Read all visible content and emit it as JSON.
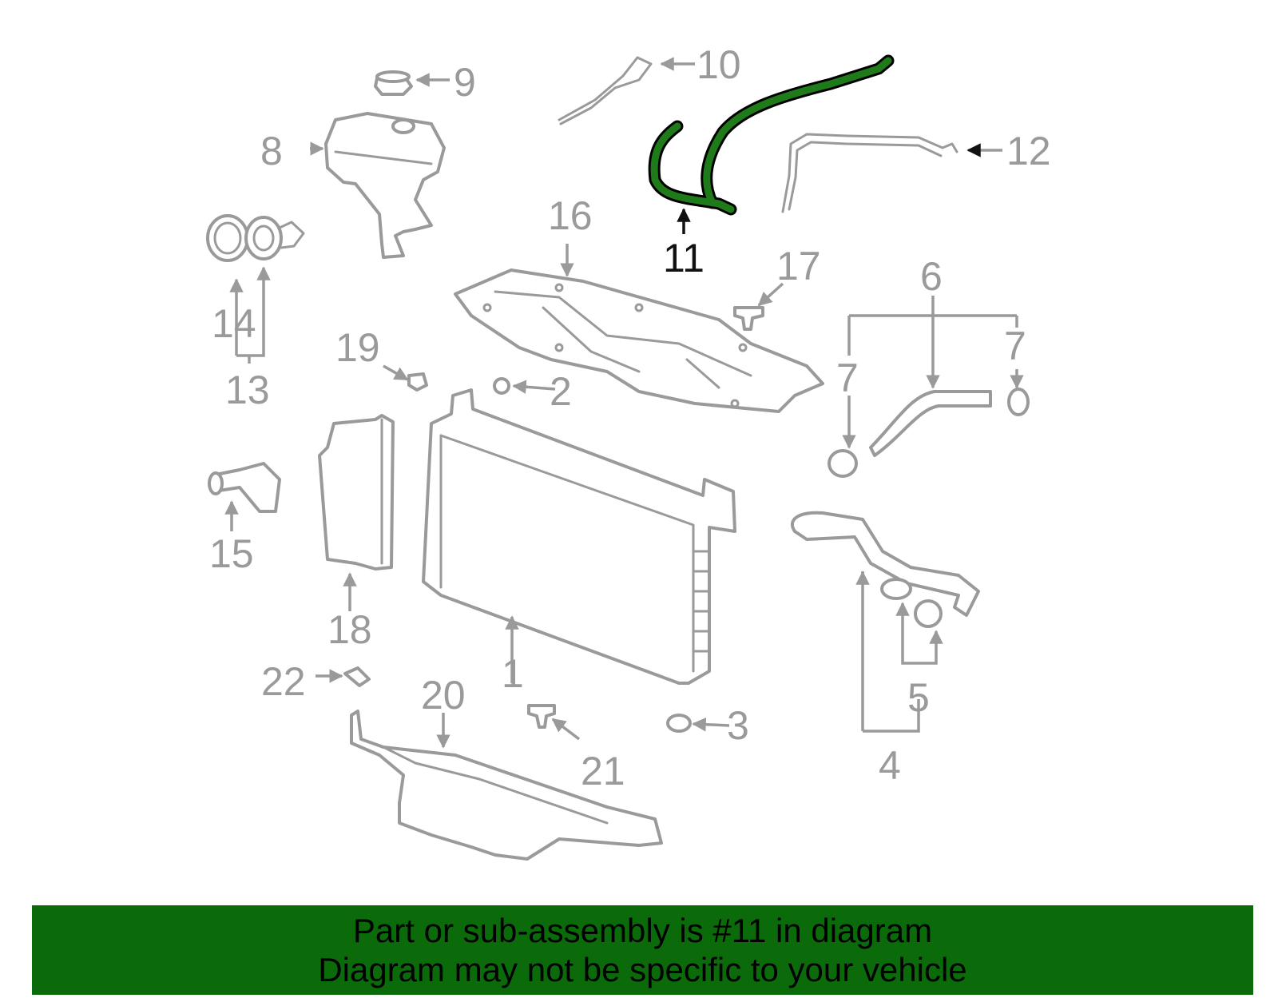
{
  "diagram": {
    "callouts": [
      "1",
      "2",
      "3",
      "4",
      "5",
      "6",
      "7",
      "7",
      "8",
      "9",
      "10",
      "11",
      "12",
      "13",
      "14",
      "15",
      "16",
      "17",
      "18",
      "19",
      "20",
      "21",
      "22"
    ],
    "highlighted_part": "11",
    "colors": {
      "part_outline": "#9a9a9a",
      "highlight": "#1f7a1a",
      "banner": "#0b6a0a",
      "text": "#000000"
    }
  },
  "banner": {
    "line1": "Part or sub-assembly is #11 in diagram",
    "line2": "Diagram may not be specific to your vehicle"
  }
}
